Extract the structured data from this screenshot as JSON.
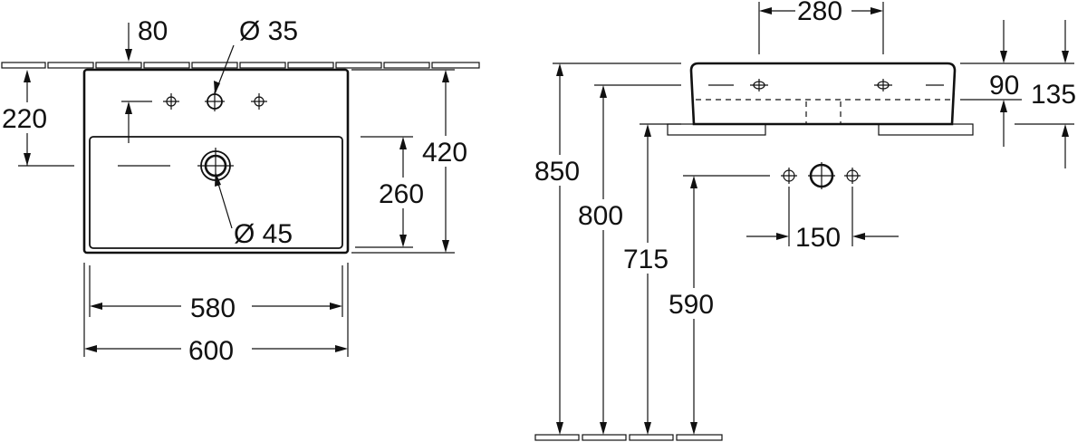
{
  "front_view": {
    "dim_tap_offset": "80",
    "dim_tap_hole": "Ø 35",
    "dim_height_220": "220",
    "dim_height_420": "420",
    "dim_height_260": "260",
    "dim_drain": "Ø 45",
    "dim_width_580": "580",
    "dim_width_600": "600"
  },
  "side_view": {
    "dim_280": "280",
    "dim_90": "90",
    "dim_135": "135",
    "dim_850": "850",
    "dim_800": "800",
    "dim_715": "715",
    "dim_590": "590",
    "dim_150": "150"
  },
  "colors": {
    "line": "#111111",
    "background": "#ffffff"
  }
}
